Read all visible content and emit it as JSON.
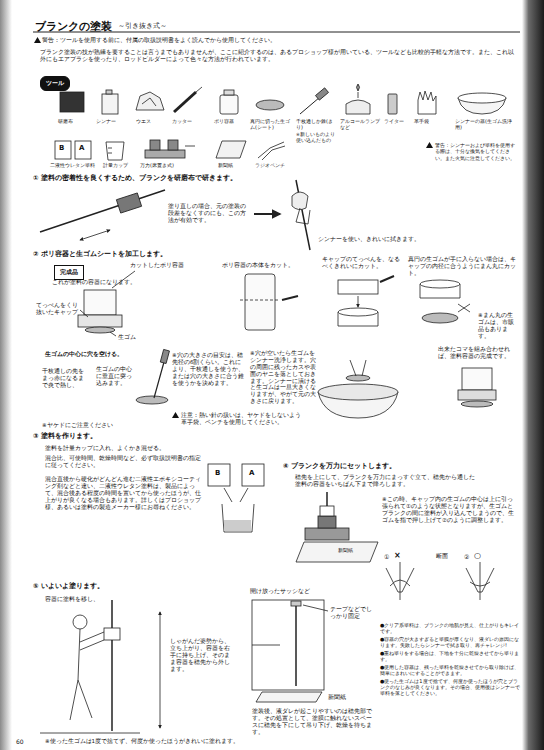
{
  "diagram": {
    "title": "ブランクの塗装",
    "nodes": [
      {
        "text": [
          "ツール"
        ]
      },
      {
        "text": [
          "完成品"
        ]
      }
    ],
    "labels": [
      "～引き抜き式～",
      "警告：ツールを使用する前に、付属の取扱説明書をよく読んでから使用してください。",
      "ブランク塗装の技が熟練を要することは言うまでもありませんが、ここに紹介するのは、あるプロショップ様が用いている、ツールなども比較的手軽な方法です。また、これ以外にもエアブラシを使ったり、ロッドビルダーによって色々な方法が行われています。",
      "研磨布",
      "シンナー",
      "ウエス",
      "カッター",
      "ポリ容器",
      "真円に切った生ゴム(シート)",
      "千枚通しか錐(きり)",
      "※新しいものより使い込んだもの",
      "アルコールランプなど",
      "ライター",
      "革手袋",
      "シンナーの器(生ゴム洗浄用)",
      "B",
      "A",
      "二液性ウレタン塗料",
      "計量カップ",
      "万力(床置き式)",
      "新聞紙",
      "ラジオペンチ",
      "警告：シンナーおよび塗料を使用する際は、十分な換気をしてください。また火気に注意してください。",
      "① 塗料の密着性を良くするため、ブランクを研磨布で研きます。",
      "塗り直しの場合、元の塗装の段差をなくすのにも、この方法が有効です。",
      "シンナーを使い、きれいに拭きます。",
      "② ポリ容器と生ゴムシートを加工します。",
      "これが塗料の容器になります。",
      "カットしたポリ容器",
      "てっぺんをくり抜いたキャップ",
      "生ゴム",
      "ポリ容器の本体をカット。",
      "キャップのてっぺんを、なるべくきれいにカット。",
      "真円の生ゴムが手に入らない場合は、キャップの内径に合うようにまん丸にカット。",
      "※まん丸の生ゴムは、市販品もあります。",
      "生ゴムの中心に穴を空ける。",
      "千枚通しの先をまっ赤になるまで炎で熱し、",
      "生ゴムの中心に垂直に突っ込みます。",
      "※ヤケドにご注意ください",
      "※穴の大きさの目安は、穂先径の6割くらい。これにより、千枚通しを使うか、または穴の大きさに合う錐を使うかを決めます。",
      "注意：熱い針の扱いは、ヤケドをしないよう革手袋、ペンチを使用してください。",
      "※穴が空いたら生ゴムをシンナー洗浄します。穴の周囲に残ったカスや表面のヤニを落としておきます。シンナーに漬けると生ゴムは一旦大きくなりますが、やがて元の大きさに戻ります。",
      "出来たコマを組み合わせれば、塗料容器の完成です。",
      "③ 塗料を作ります。",
      "塗料を計量カップに入れ、よくかき混ぜる。",
      "混合比、可使時間、乾燥時間など、必ず取扱説明書の指定に従ってください。",
      "混合直後から硬化がどんどん進む二液性エポキシコーティング剤などと違い、二液性ウレタン塗料は、製品によって、混合後ある程度の時間を置いてから使ったほうが、仕上がりが良くなる場合もあります。詳しくはプロショップ様、あるいは塗料の製造メーカー様にお尋ねください。",
      "B",
      "A",
      "④ ブランクを万力にセットします。",
      "穂先を上にして、ブランクを万力にまっすぐ立て、穂先から通した塗料の容器をいちばん下まで降ろします。",
      "新聞紙",
      "※この時、キャップ内の生ゴムの中心は上に引っ張られて①のような状態となりますが、生ゴムとブランクの間に塗料が入り込んでしまうので、生ゴムを指で押し上げて②のように調整します。",
      "①",
      "×",
      "断面",
      "②",
      "○",
      "⑤ いよいよ塗ります。",
      "容器に塗料を移し、",
      "しゃがんだ姿勢から、立ち上がり、容器を右手に持ち上げ、そのまま容器を穂先から外します。",
      "開け放ったサッシなど",
      "テープなどでしっかり固定",
      "新聞紙",
      "塗装後、液ダレが起こりやすいのは穂先部です。その処置として、塗膜に触れないスペースに穂先を下にして吊り下げ、乾燥を待ちます。",
      "●クリア系塗料は、ブランクの地肌が見え、仕上がりもキレイです。",
      "●容器の穴が大きすぎると塗膜が厚くなり、液ダレの原因になります。失敗したらシンナーで拭き取り、再チャレンジ!",
      "●重ね塗りをする場合は、下地を十分に乾燥させてから塗ります。",
      "●使用した容器は、残った塗料を乾燥させてから取り除けば、簡単にきれいにすることができます。",
      "●使った生ゴムは1度で捨てず、何度か使ったほうが穴とブランクのなじみが良くなります。その場合、使用後はシンナーで塗料を落としてください。",
      "※使った生ゴムは1度で捨てず、何度か使ったほうがきれいに塗れます。",
      "60"
    ]
  }
}
